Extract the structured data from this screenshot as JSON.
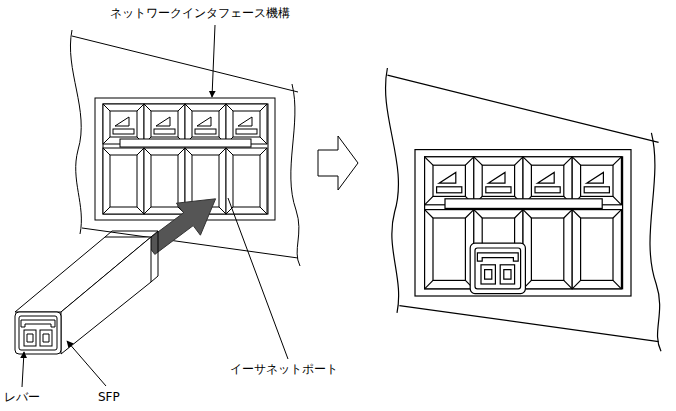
{
  "diagram": {
    "labels": [
      "ネットワークインタフェース機構",
      "イーサネットポート",
      "レバー",
      "SFP"
    ]
  }
}
